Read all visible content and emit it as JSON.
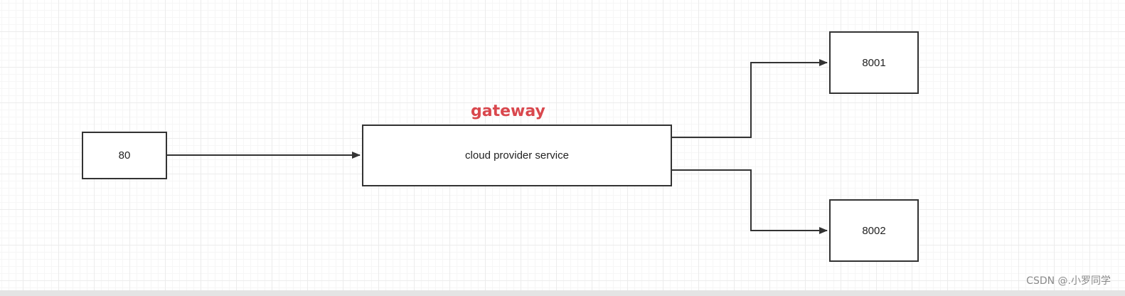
{
  "diagram": {
    "nodes": {
      "client": "80",
      "gateway_service": "cloud provider service",
      "provider_1": "8001",
      "provider_2": "8002"
    },
    "gateway_label": "gateway",
    "edges": [
      {
        "from": "80",
        "to": "cloud provider service"
      },
      {
        "from": "cloud provider service",
        "to": "8001"
      },
      {
        "from": "cloud provider service",
        "to": "8002"
      }
    ]
  },
  "watermark": "CSDN @.小罗同学",
  "colors": {
    "gateway_label": "#d9474d",
    "box_border": "#333333",
    "arrow": "#333333"
  }
}
